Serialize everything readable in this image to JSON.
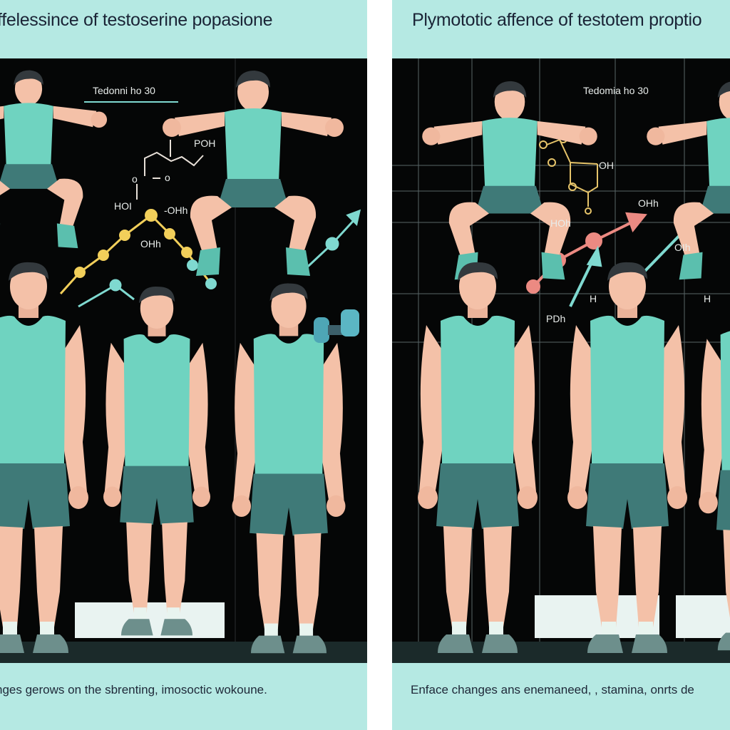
{
  "left_panel": {
    "title": "ffelessince of testoserine popasione",
    "chart_label": "Tedonni ho 30",
    "molecule_labels": [
      "POH",
      "HOI",
      "-OHh",
      "OHh"
    ],
    "caption": "nges gerows on the sbrenting, imosoctic wokoune."
  },
  "right_panel": {
    "title": "Plymototic affence of testotem proptio",
    "chart_label": "Tedomia ho 30",
    "molecule_labels": [
      "OH",
      "OHh",
      "HOh",
      "OIh",
      "PDh",
      "H",
      "H"
    ],
    "caption": "Enface changes ans enemaneed, , stamina, onrts de"
  },
  "colors": {
    "background_mint": "#b5e9e3",
    "stage_black": "#050606",
    "tank_teal": "#6fd3c0",
    "shorts": "#3f7a78",
    "skin": "#f4c1a8",
    "accent_yellow": "#f2cf5a",
    "accent_coral": "#ec8a82",
    "accent_cyan": "#7fd9d0"
  }
}
